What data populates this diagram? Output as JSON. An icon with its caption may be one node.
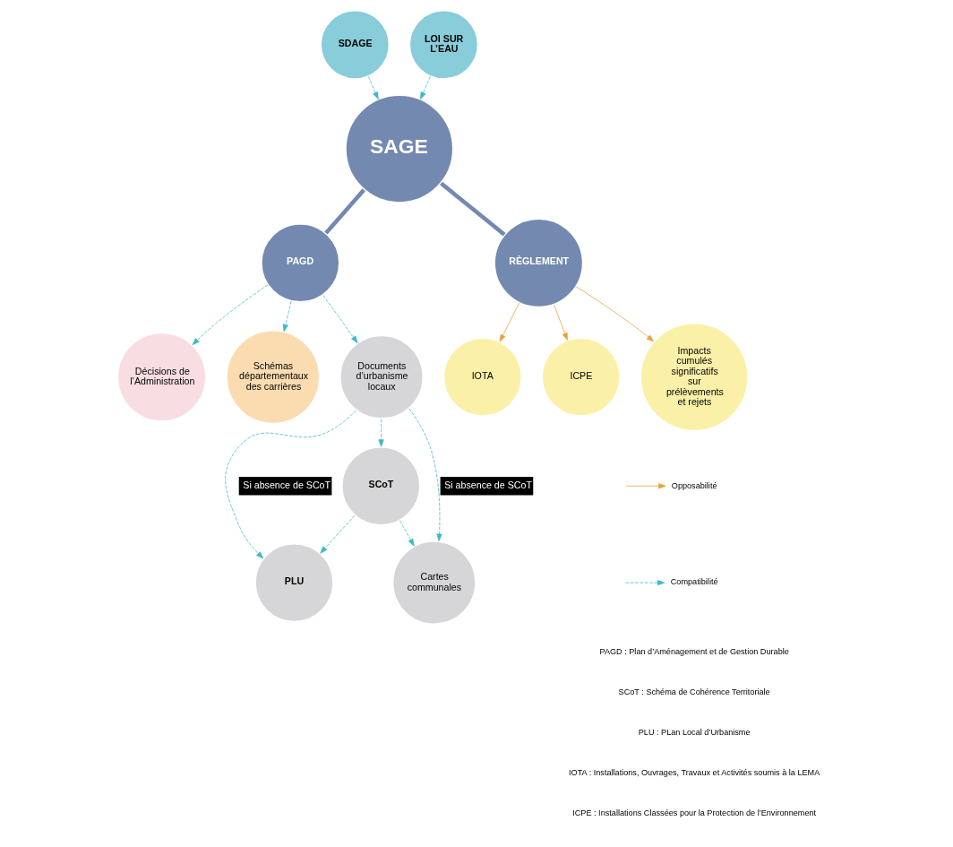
{
  "diagram": {
    "nodes": [
      {
        "text": [
          "SDAGE"
        ]
      },
      {
        "text": [
          "LOI SUR L’EAU"
        ]
      },
      {
        "text": [
          "SAGE"
        ]
      },
      {
        "text": [
          "PAGD"
        ]
      },
      {
        "text": [
          "RÈGLEMENT"
        ]
      },
      {
        "text": [
          "Décisions de l’Administration"
        ]
      },
      {
        "text": [
          "Schémas départementaux des carrières"
        ]
      },
      {
        "text": [
          "Documents d’urbanisme locaux"
        ]
      },
      {
        "text": [
          "IOTA"
        ]
      },
      {
        "text": [
          "ICPE"
        ]
      },
      {
        "text": [
          "Impacts cumulés significatifs sur prélèvements et rejets"
        ]
      },
      {
        "text": [
          "SCoT"
        ]
      },
      {
        "text": [
          "PLU"
        ]
      },
      {
        "text": [
          "Cartes communales"
        ]
      }
    ],
    "edges": [
      {
        "from": 0,
        "to": 2,
        "arrow": "to",
        "style": "dashed"
      },
      {
        "from": 1,
        "to": 2,
        "arrow": "to",
        "style": "dashed"
      },
      {
        "from": 2,
        "to": 3,
        "arrow": "none",
        "style": "thick",
        "color": "#7389b0"
      },
      {
        "from": 2,
        "to": 4,
        "arrow": "none",
        "style": "thick",
        "color": "#7389b0"
      },
      {
        "from": 3,
        "to": 5,
        "arrow": "to",
        "style": "dashed"
      },
      {
        "from": 3,
        "to": 6,
        "arrow": "to",
        "style": "dashed"
      },
      {
        "from": 3,
        "to": 7,
        "arrow": "to",
        "style": "dashed"
      },
      {
        "from": 4,
        "to": 8,
        "arrow": "to",
        "color": "#e8a23a"
      },
      {
        "from": 4,
        "to": 9,
        "arrow": "to",
        "color": "#e8a23a"
      },
      {
        "from": 4,
        "to": 10,
        "arrow": "to",
        "color": "#e8a23a"
      },
      {
        "from": 7,
        "to": 12,
        "arrow": "to",
        "style": "dashed",
        "label": "Si absence de SCoT"
      },
      {
        "from": 7,
        "to": 11,
        "arrow": "to",
        "style": "dashed"
      },
      {
        "from": 7,
        "to": 13,
        "arrow": "to",
        "style": "dashed",
        "label": "Si absence de SCoT"
      },
      {
        "from": 11,
        "to": 12,
        "arrow": "to",
        "style": "dashed"
      },
      {
        "from": 11,
        "to": 13,
        "arrow": "to",
        "style": "dashed"
      }
    ],
    "legend": [
      {
        "text": "Opposabilité"
      },
      {
        "text": "Compatibilité"
      }
    ],
    "labels": [
      "PAGD : Plan d’Aménagement et de Gestion Durable",
      "SCoT : Schéma de Cohérence Territoriale",
      "PLU : PLan Local d’Urbanisme",
      "IOTA : Installations, Ouvrages, Travaux et Activités soumis à la LEMA",
      "ICPE : Installations Classées pour la Protection de l’Environnement"
    ]
  }
}
